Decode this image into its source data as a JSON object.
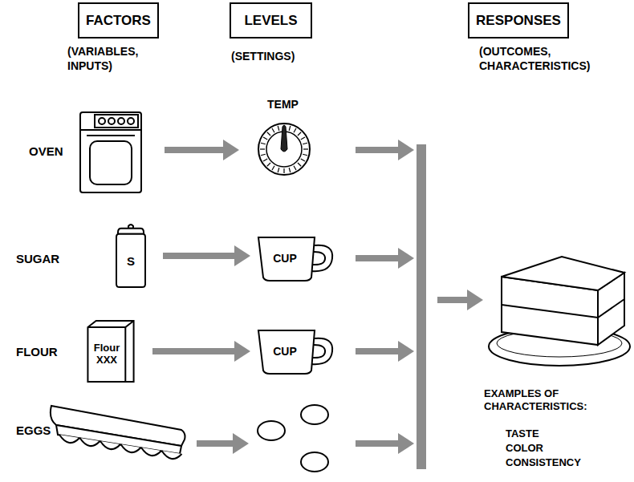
{
  "diagram": {
    "nodes": [
      {
        "text": [
          "FACTORS"
        ]
      },
      {
        "text": [
          "LEVELS"
        ]
      },
      {
        "text": [
          "RESPONSES"
        ]
      },
      {
        "text": [
          "S"
        ]
      },
      {
        "text": [
          "CUP"
        ]
      },
      {
        "text": [
          "Flour XXX"
        ]
      },
      {
        "text": [
          "CUP"
        ]
      }
    ],
    "edges": [
      {
        "from": 3,
        "to": 4,
        "arrow": "to"
      },
      {
        "from": 5,
        "to": 6,
        "arrow": "to"
      }
    ],
    "labels": [
      "(VARIABLES, INPUTS)",
      "(SETTINGS)",
      "(OUTCOMES, CHARACTERISTICS)",
      "TEMP",
      "OVEN",
      "SUGAR",
      "FLOUR",
      "EGGS",
      "EXAMPLES OF CHARACTERISTICS:",
      "TASTE",
      "COLOR",
      "CONSISTENCY"
    ]
  }
}
